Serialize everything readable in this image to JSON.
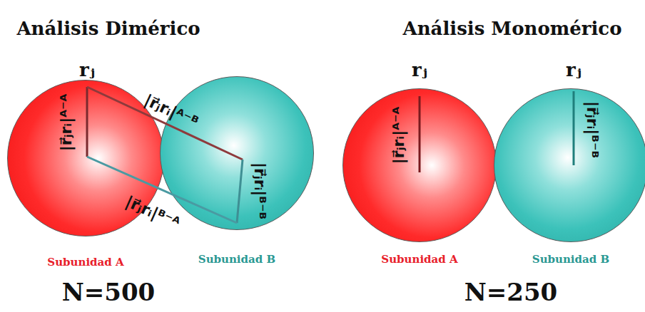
{
  "diagram": {
    "nodes": [
      {
        "text": [
          "Subunidad A"
        ]
      },
      {
        "text": [
          "Subunidad B"
        ]
      },
      {
        "text": [
          "Subunidad A"
        ]
      },
      {
        "text": [
          "Subunidad B"
        ]
      }
    ],
    "labels": [
      "Análisis Dimérico",
      "Análisis Monomérico",
      "rⱼ",
      "rⱼ",
      "rⱼ",
      "|r⃗ⱼrᵢ|ᴬ⁻ᴬ",
      "|r⃗ⱼrᵢ|ᴬ⁻ᴮ",
      "|r⃗ⱼrᵢ|ᴮ⁻ᴮ",
      "|r⃗ⱼrᵢ|ᴮ⁻ᴬ",
      "|r⃗ⱼrᵢ|ᴬ⁻ᴬ",
      "|r⃗ⱼrᵢ|ᴮ⁻ᴮ",
      "N=500",
      "N=250"
    ]
  }
}
